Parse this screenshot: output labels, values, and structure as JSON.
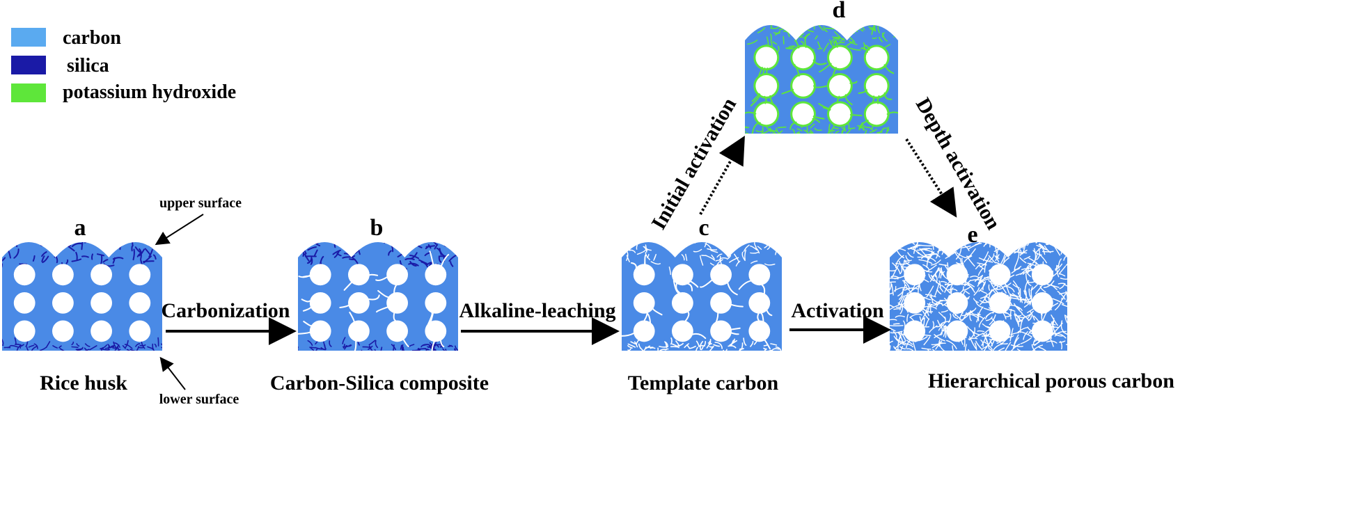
{
  "legend": {
    "items": [
      {
        "label": "carbon",
        "color": "#5aaaf0"
      },
      {
        "label": "silica",
        "color": "#1a1aa6"
      },
      {
        "label": "potassium hydroxide",
        "color": "#5ee63a"
      }
    ]
  },
  "colors": {
    "block": "#4a8ae6",
    "carbon_light": "#5aaaf0",
    "silica": "#1a1aa6",
    "koh": "#5ee63a",
    "pore": "#ffffff",
    "text": "#000000"
  },
  "stages": {
    "a": {
      "letter": "a",
      "name": "Rice husk"
    },
    "b": {
      "letter": "b",
      "name": "Carbon-Silica composite"
    },
    "c": {
      "letter": "c",
      "name": "Template carbon"
    },
    "d": {
      "letter": "d"
    },
    "e": {
      "letter": "e",
      "name": "Hierarchical porous carbon"
    }
  },
  "annotations": {
    "upper_surface": "upper surface",
    "lower_surface": "lower surface"
  },
  "arrows": {
    "carbonization": "Carbonization",
    "alkaline_leaching": "Alkaline-leaching",
    "activation": "Activation",
    "initial_activation": "Initial activation",
    "depth_activation": "Depth activation"
  }
}
